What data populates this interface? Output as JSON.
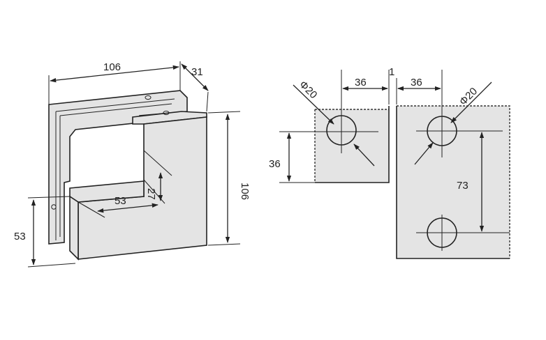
{
  "colors": {
    "body_fill": "#e4e4e4",
    "stroke": "#222222",
    "background": "#ffffff"
  },
  "isometric_view": {
    "width_label": "106",
    "depth_label": "31",
    "height_label": "106",
    "notch_width_label": "53",
    "notch_depth_label": "27",
    "base_height_label": "53"
  },
  "hole_layout": {
    "left_hole_diameter_label": "Φ20",
    "right_hole_diameter_label": "Φ20",
    "left_offset_label": "36",
    "gap_label": "1",
    "right_offset_label": "36",
    "left_vertical_label": "36",
    "hole_spacing_label": "73"
  }
}
